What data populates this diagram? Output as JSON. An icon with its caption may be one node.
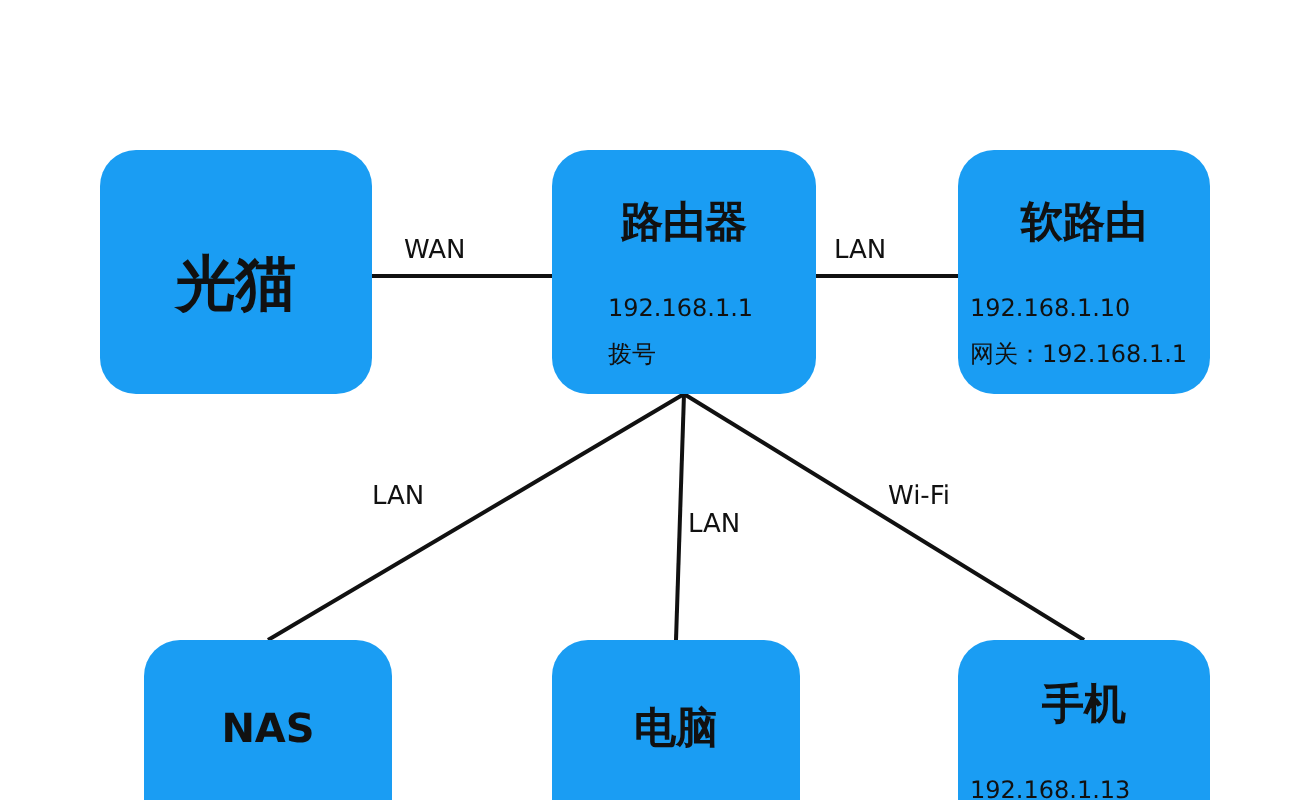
{
  "diagram": {
    "nodes": [
      {
        "text": [
          "光猫"
        ]
      },
      {
        "text": [
          "路由器",
          "192.168.1.1",
          "拨号"
        ]
      },
      {
        "text": [
          "软路由",
          "192.168.1.10",
          "网关：192.168.1.1"
        ]
      },
      {
        "text": [
          "NAS"
        ]
      },
      {
        "text": [
          "电脑"
        ]
      },
      {
        "text": [
          "手机",
          "192.168.1.13"
        ]
      }
    ],
    "edges": [
      {
        "from": 0,
        "to": 1,
        "arrow": "none",
        "label": "WAN"
      },
      {
        "from": 1,
        "to": 2,
        "arrow": "none",
        "label": "LAN"
      },
      {
        "from": 1,
        "to": 3,
        "arrow": "none",
        "label": "LAN"
      },
      {
        "from": 1,
        "to": 4,
        "arrow": "none",
        "label": "LAN"
      },
      {
        "from": 1,
        "to": 5,
        "arrow": "none",
        "label": "Wi-Fi"
      }
    ]
  }
}
